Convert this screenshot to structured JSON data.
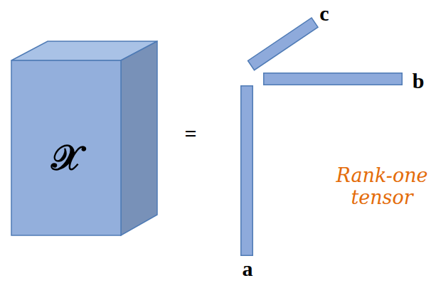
{
  "diagram": {
    "nodes": [
      {
        "text": [
          "𝒳"
        ]
      },
      {
        "text": [
          "c"
        ]
      },
      {
        "text": [
          "b"
        ]
      },
      {
        "text": [
          "a"
        ]
      }
    ],
    "labels": [
      "=",
      "Rank-one tensor"
    ]
  }
}
